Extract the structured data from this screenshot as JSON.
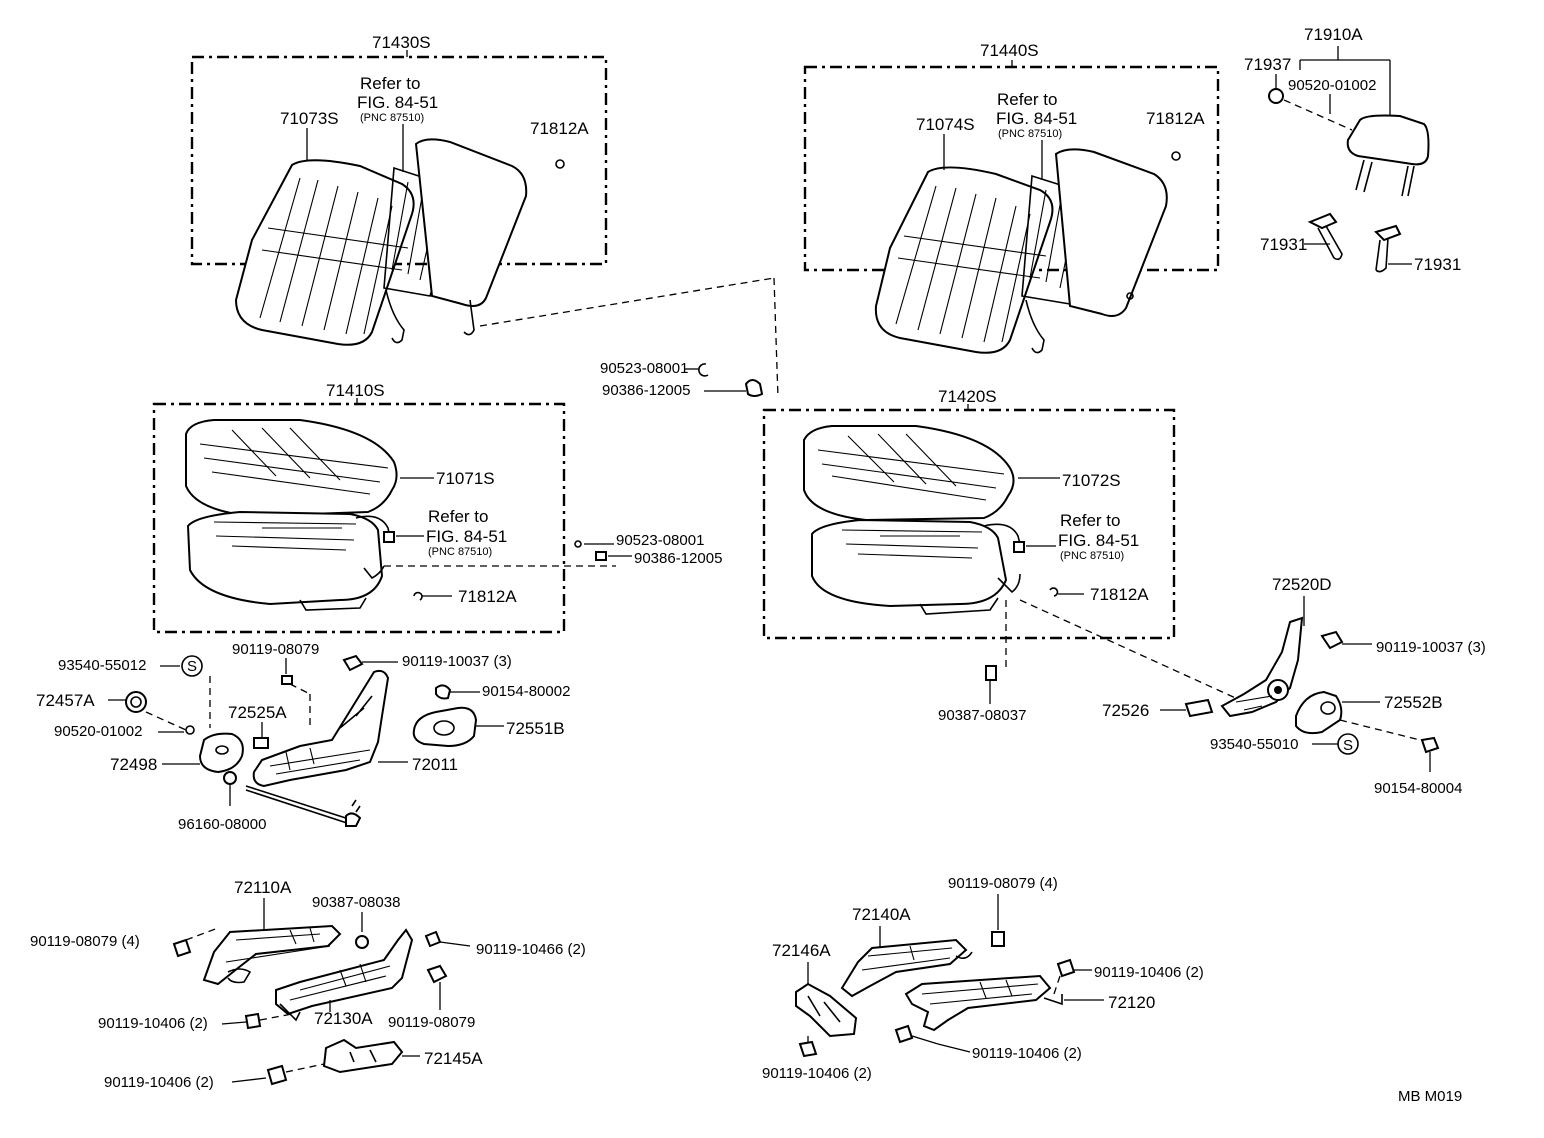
{
  "seatback_left": {
    "assembly": "71430S",
    "cover": "71073S",
    "refer_line1": "Refer to",
    "refer_line2": "FIG. 84-51",
    "refer_pnc": "(PNC 87510)",
    "clip": "71812A"
  },
  "seatback_right": {
    "assembly": "71440S",
    "cover": "71074S",
    "refer_line1": "Refer to",
    "refer_line2": "FIG. 84-51",
    "refer_pnc": "(PNC 87510)",
    "clip": "71812A"
  },
  "headrest": {
    "assembly": "71910A",
    "nut": "71937",
    "clip": "90520-01002",
    "support_left": "71931",
    "support_right": "71931"
  },
  "center_fasteners": {
    "nut": "90523-08001",
    "bolt": "90386-12005"
  },
  "cushion_left": {
    "assembly": "71410S",
    "cover": "71071S",
    "refer_line1": "Refer to",
    "refer_line2": "FIG. 84-51",
    "refer_pnc": "(PNC 87510)",
    "nut": "90523-08001",
    "bolt": "90386-12005",
    "clip": "71812A"
  },
  "cushion_right": {
    "assembly": "71420S",
    "cover": "71072S",
    "refer_line1": "Refer to",
    "refer_line2": "FIG. 84-51",
    "refer_pnc": "(PNC 87510)",
    "clip": "71812A",
    "screw": "90387-08037"
  },
  "recliner_left": {
    "s_symbol": "S",
    "washer": "93540-55012",
    "knob": "72457A",
    "clip": "90520-01002",
    "cover": "72498",
    "ring": "96160-08000",
    "bolt_a": "90119-08079",
    "bolt_b": "90119-10037 (3)",
    "pad": "72525A",
    "screw": "90154-80002",
    "cover_b": "72551B",
    "adjuster": "72011"
  },
  "recliner_right": {
    "adjuster": "72520D",
    "bolt": "90119-10037 (3)",
    "pad": "72526",
    "cover": "72552B",
    "s_symbol": "S",
    "washer": "93540-55010",
    "screw": "90154-80004"
  },
  "track_left": {
    "track_a": "72110A",
    "screw": "90387-08038",
    "bolt_a": "90119-08079 (4)",
    "bolt_b": "90119-10466 (2)",
    "track_b": "72130A",
    "bolt_c": "90119-08079",
    "bolt_d": "90119-10406 (2)",
    "bracket": "72145A",
    "bolt_e": "90119-10406 (2)"
  },
  "track_right": {
    "bolt_a": "90119-08079 (4)",
    "track_a": "72140A",
    "bracket": "72146A",
    "bolt_b": "90119-10406 (2)",
    "track_b": "72120",
    "bolt_c": "90119-10406 (2)",
    "bolt_d": "90119-10406 (2)"
  },
  "footer": {
    "code": "MB  M019"
  }
}
